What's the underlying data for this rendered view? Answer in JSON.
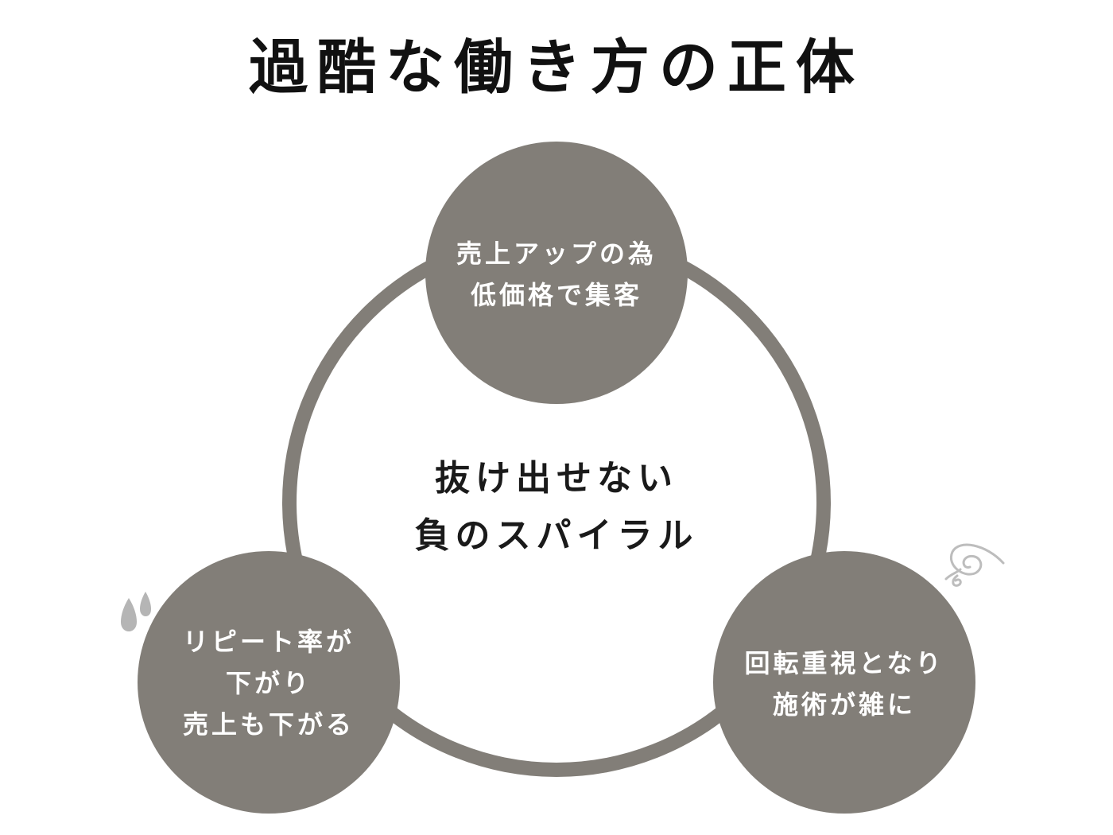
{
  "title": "過酷な働き方の正体",
  "center": {
    "lines": [
      "抜け出せない",
      "負のスパイラル"
    ]
  },
  "nodes": [
    {
      "id": "top",
      "lines": [
        "売上アップの為",
        "低価格で集客"
      ]
    },
    {
      "id": "right",
      "lines": [
        "回転重視となり",
        "施術が雑に"
      ]
    },
    {
      "id": "left",
      "lines": [
        "リピート率が",
        "下がり",
        "売上も下がる"
      ]
    }
  ],
  "colors": {
    "node_fill": "#827e78",
    "ring_stroke": "#827e78",
    "node_text": "#ffffff",
    "center_text": "#1a1a1a",
    "drop_icon": "#b5b5b5",
    "swirl_icon": "#bdbdbd"
  },
  "icons": {
    "left_decoration": "sweat-drops-icon",
    "right_decoration": "dizzy-swirl-icon"
  }
}
